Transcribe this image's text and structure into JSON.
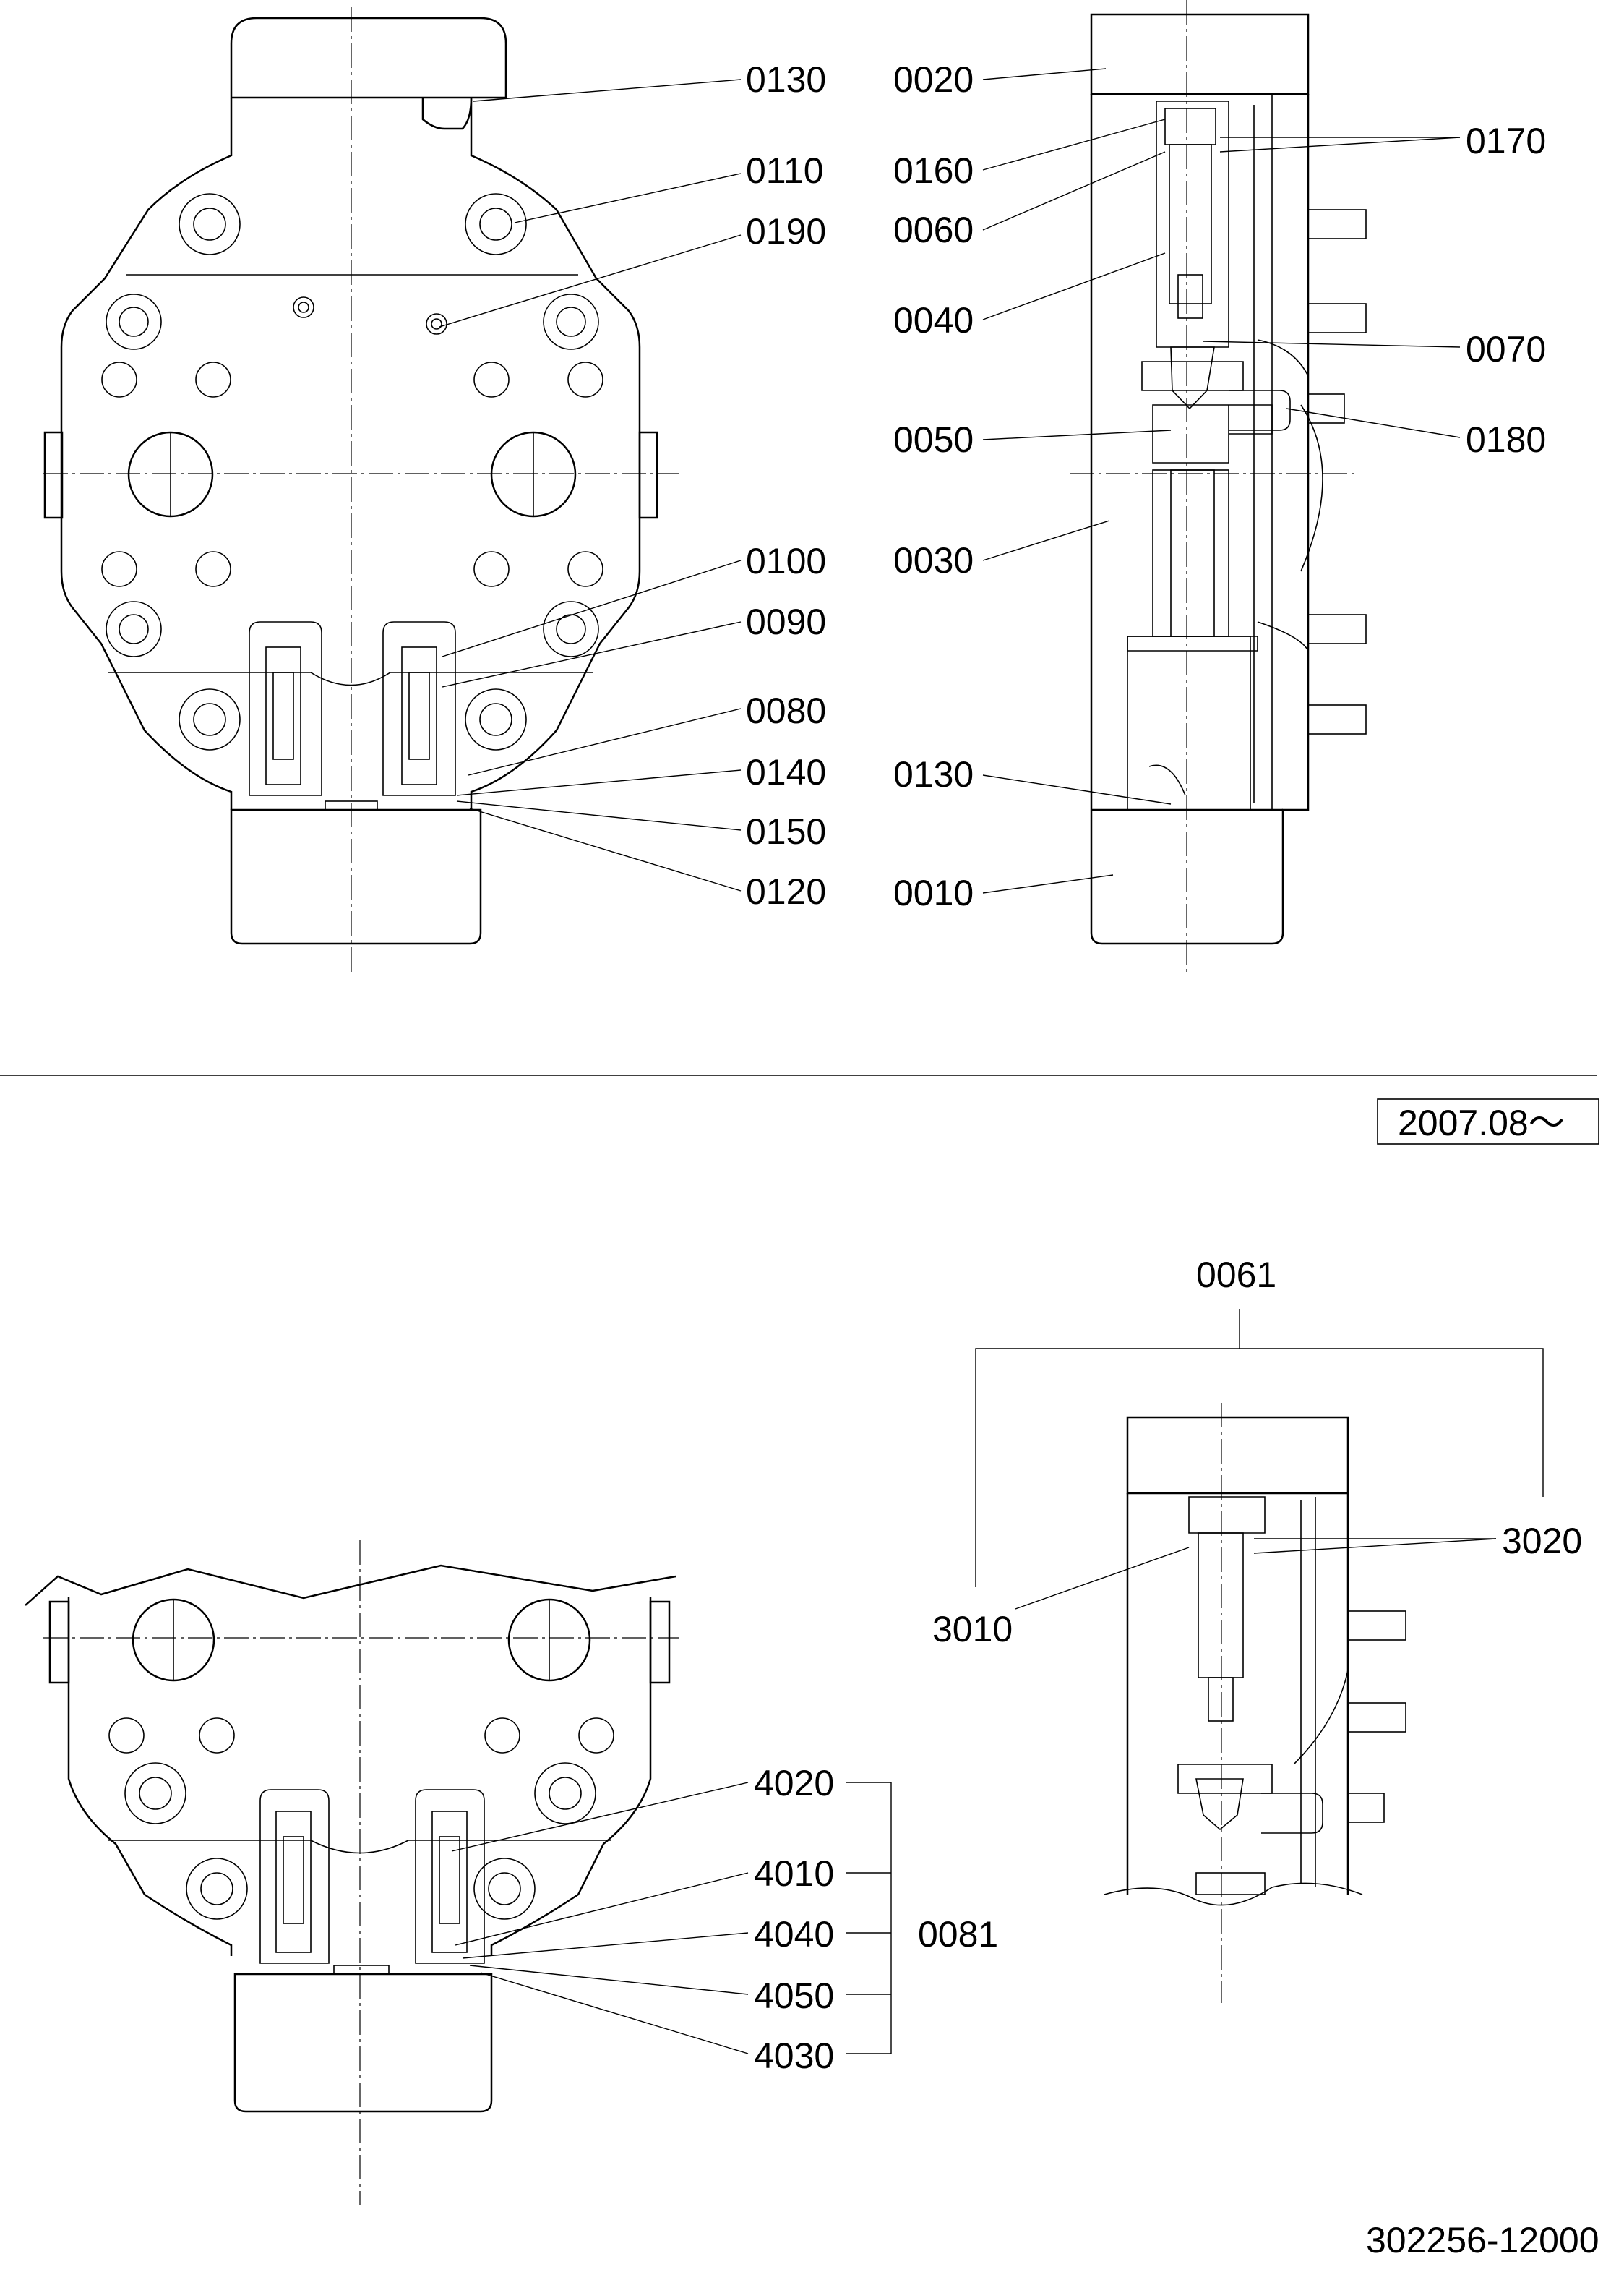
{
  "top_left_callouts": [
    "0130",
    "0110",
    "0190",
    "0100",
    "0090",
    "0080",
    "0140",
    "0150",
    "0120"
  ],
  "top_right_callouts_left": [
    "0020",
    "0160",
    "0060",
    "0040",
    "0050",
    "0030",
    "0130",
    "0010"
  ],
  "top_right_callouts_right": [
    "0170",
    "0070",
    "0180"
  ],
  "revision_box": "2007.08〜",
  "bottom_left_callouts": [
    "4020",
    "4010",
    "4040",
    "4050",
    "4030"
  ],
  "bottom_left_group": "0081",
  "bottom_right_group": "0061",
  "bottom_right_callouts": [
    "3010",
    "3020"
  ],
  "drawing_number": "302256-12000"
}
